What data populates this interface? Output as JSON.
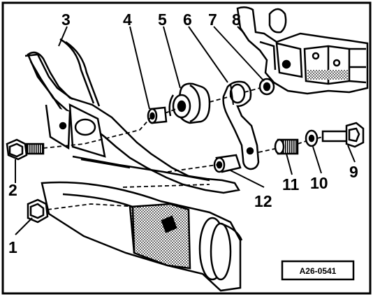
{
  "callouts": {
    "c1": "1",
    "c2": "2",
    "c3": "3",
    "c4": "4",
    "c5": "5",
    "c6": "6",
    "c7": "7",
    "c8": "8",
    "c9": "9",
    "c10": "10",
    "c11": "11",
    "c12": "12"
  },
  "figure_reference": "A26-0541",
  "colors": {
    "ink": "#000000",
    "paper": "#ffffff",
    "shade": "#9a9a9a"
  }
}
